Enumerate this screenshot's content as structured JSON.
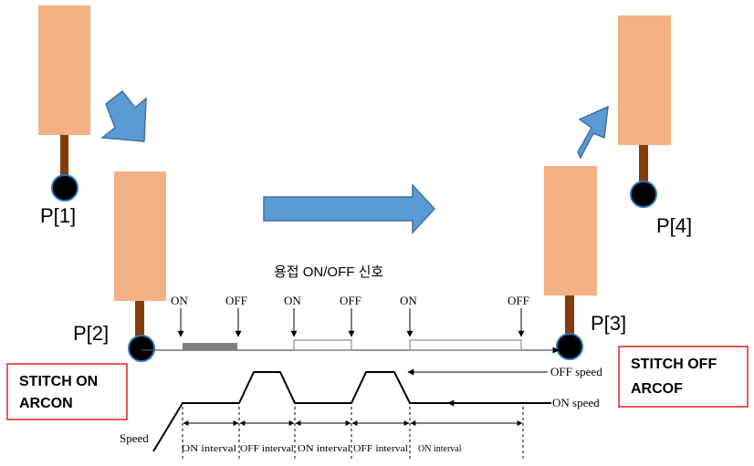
{
  "colors": {
    "torch_body": "#F4B183",
    "torch_neck": "#843C0C",
    "tip": "#000000",
    "tip_border": "#2E75B6",
    "arrow_fill": "#5B9BD5",
    "arrow_stroke": "#41719C",
    "box_border": "#E02020",
    "weld_bar": "#7F7F7F",
    "line": "#404040"
  },
  "positions": {
    "p1": "P[1]",
    "p2": "P[2]",
    "p3": "P[3]",
    "p4": "P[4]"
  },
  "title": "용접 ON/OFF 신호",
  "signals": [
    "ON",
    "OFF",
    "ON",
    "OFF",
    "ON",
    "OFF"
  ],
  "boxes": {
    "start": {
      "line1": "STITCH ON",
      "line2": "ARCON"
    },
    "end": {
      "line1": "STITCH OFF",
      "line2": "ARCOF"
    }
  },
  "speed": {
    "axis_label": "Speed",
    "off_speed": "OFF speed",
    "on_speed": "ON speed"
  },
  "intervals": [
    "ON interval",
    "OFF interval",
    "ON interval",
    "OFF interval",
    "ON interval"
  ]
}
